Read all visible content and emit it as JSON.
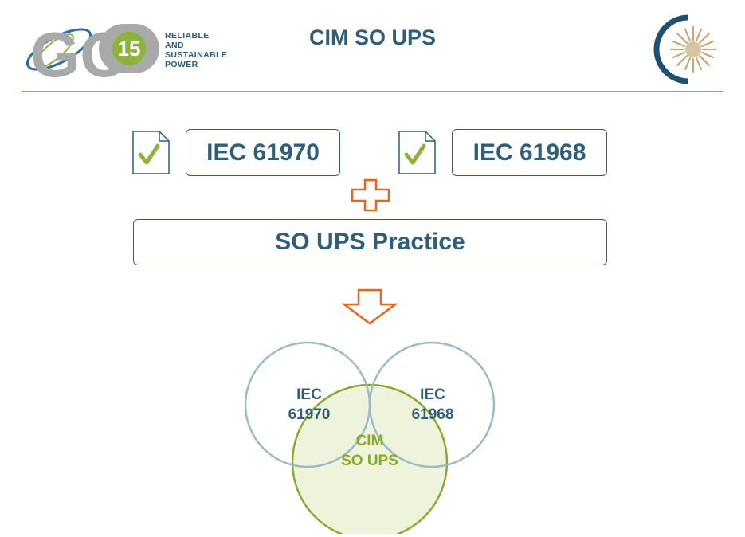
{
  "header": {
    "title": "CIM SO UPS",
    "logo_left": {
      "mark": "GO",
      "badge": "15",
      "tagline": [
        "RELIABLE",
        "AND",
        "SUSTAINABLE",
        "POWER"
      ]
    },
    "logo_right": {
      "icon": "sun-emblem-icon"
    }
  },
  "standards": [
    {
      "label": "IEC 61970",
      "status_icon": "checked-document-icon"
    },
    {
      "label": "IEC 61968",
      "status_icon": "checked-document-icon"
    }
  ],
  "combine_symbol": "plus-icon",
  "practice": {
    "label": "SO UPS Practice"
  },
  "result_symbol": "down-arrow-icon",
  "venn": {
    "left": {
      "line1": "IEC",
      "line2": "61970"
    },
    "right": {
      "line1": "IEC",
      "line2": "61968"
    },
    "center": {
      "line1": "CIM",
      "line2": "SO UPS"
    }
  },
  "colors": {
    "primary": "#2e5e7a",
    "accent_green": "#8db33a",
    "accent_orange": "#e8651a",
    "circle_blue": "#9ab9c9",
    "venn_fill": "#eef3dc"
  }
}
